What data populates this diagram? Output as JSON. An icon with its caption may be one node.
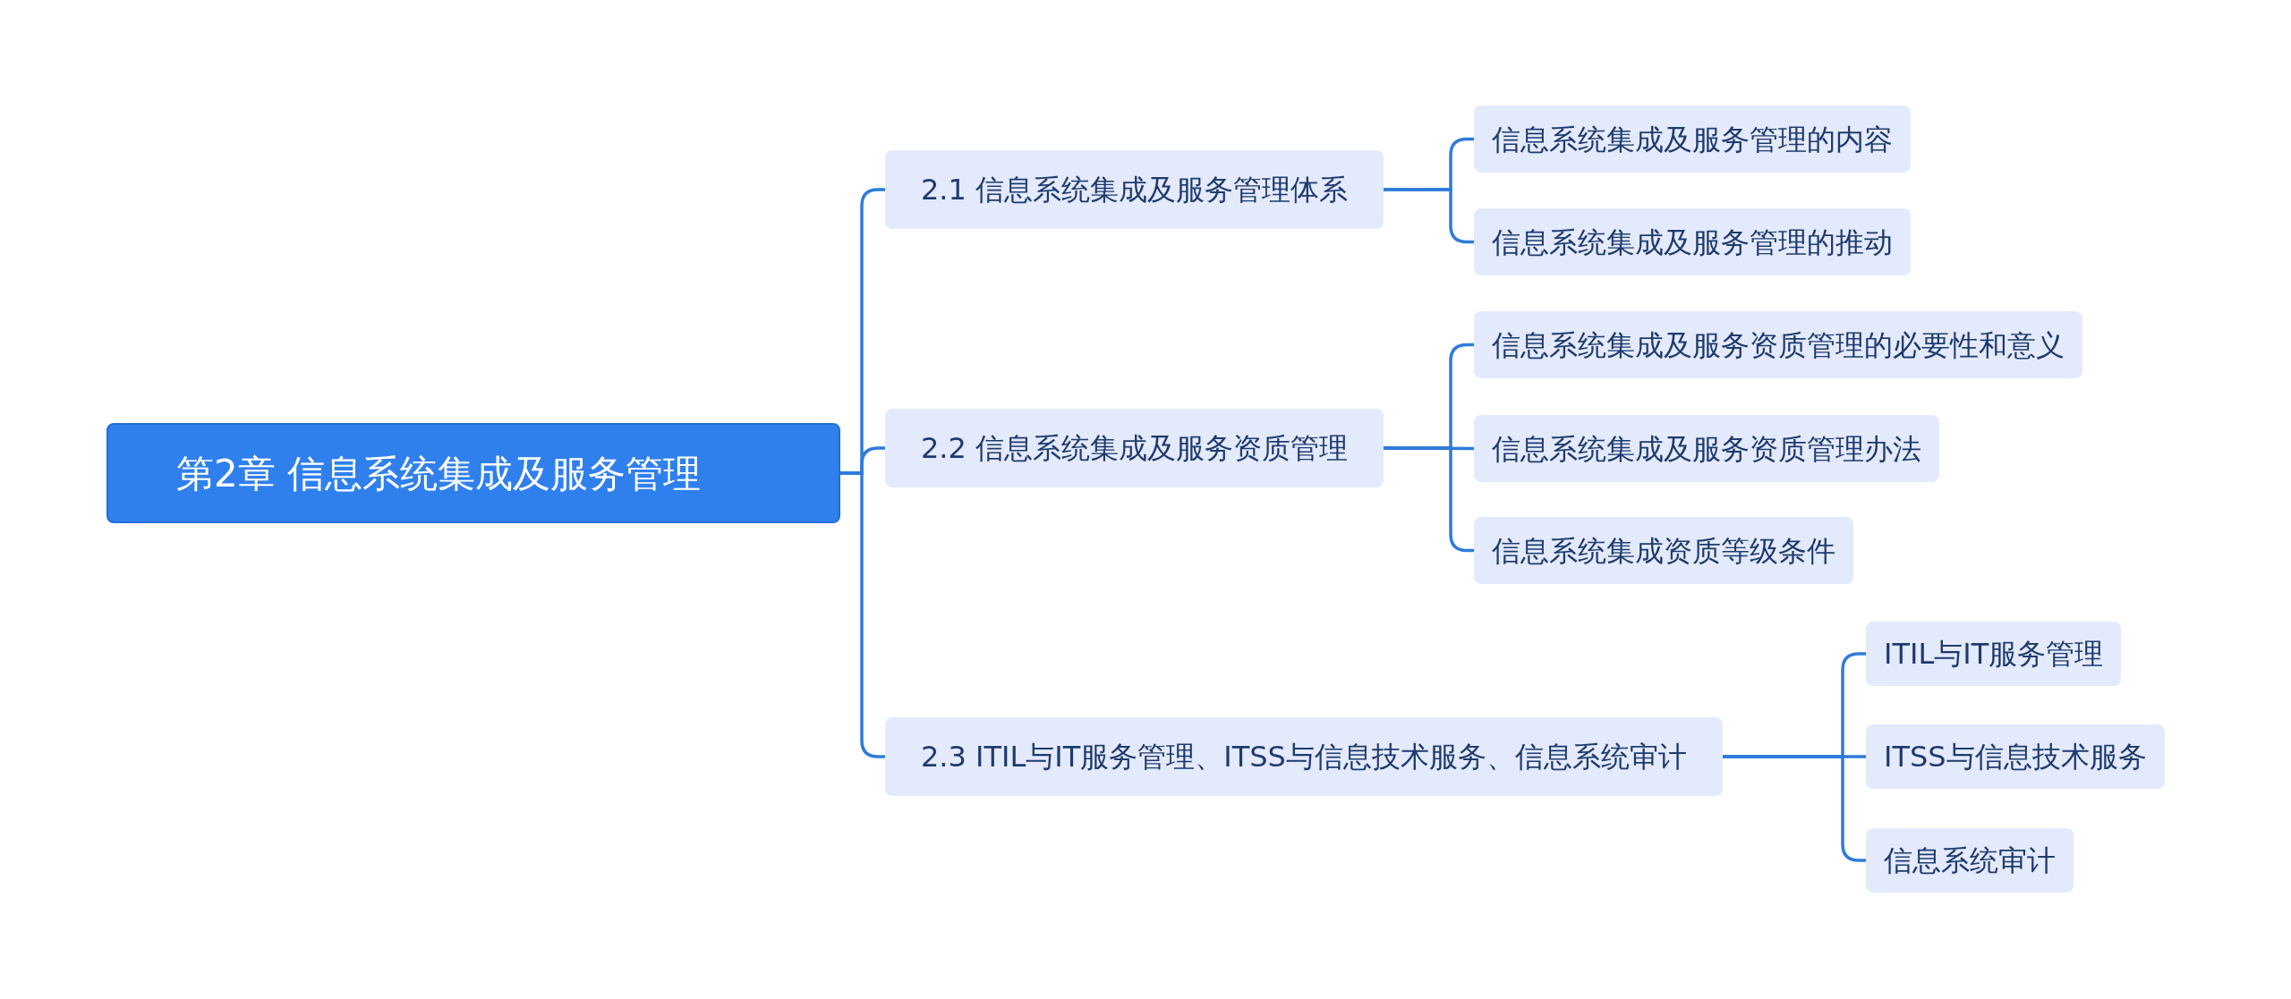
{
  "diagram": {
    "nodes": [
      {
        "text": [
          "第2章 信息系统集成及服务管理"
        ]
      },
      {
        "text": [
          "2.1 信息系统集成及服务管理体系"
        ]
      },
      {
        "text": [
          "信息系统集成及服务管理的内容"
        ]
      },
      {
        "text": [
          "信息系统集成及服务管理的推动"
        ]
      },
      {
        "text": [
          "2.2 信息系统集成及服务资质管理"
        ]
      },
      {
        "text": [
          "信息系统集成及服务资质管理的必要性和意义"
        ]
      },
      {
        "text": [
          "信息系统集成及服务资质管理办法"
        ]
      },
      {
        "text": [
          "信息系统集成资质等级条件"
        ]
      },
      {
        "text": [
          "2.3 ITIL与IT服务管理、ITSS与信息技术服务、信息系统审计"
        ]
      },
      {
        "text": [
          "ITIL与IT服务管理"
        ]
      },
      {
        "text": [
          "ITSS与信息技术服务"
        ]
      },
      {
        "text": [
          "信息系统审计"
        ]
      }
    ],
    "edges": [
      {
        "from": 0,
        "to": 1,
        "arrow": "none"
      },
      {
        "from": 0,
        "to": 4,
        "arrow": "none"
      },
      {
        "from": 0,
        "to": 8,
        "arrow": "none"
      },
      {
        "from": 1,
        "to": 2,
        "arrow": "none"
      },
      {
        "from": 1,
        "to": 3,
        "arrow": "none"
      },
      {
        "from": 4,
        "to": 5,
        "arrow": "none"
      },
      {
        "from": 4,
        "to": 6,
        "arrow": "none"
      },
      {
        "from": 4,
        "to": 7,
        "arrow": "none"
      },
      {
        "from": 8,
        "to": 9,
        "arrow": "none"
      },
      {
        "from": 8,
        "to": 10,
        "arrow": "none"
      },
      {
        "from": 8,
        "to": 11,
        "arrow": "none"
      }
    ]
  }
}
